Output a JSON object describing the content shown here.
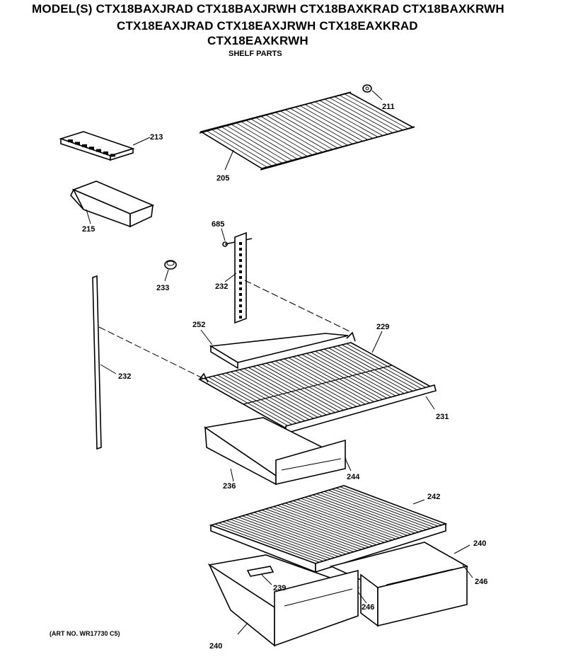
{
  "header": {
    "models_line1": "MODEL(S) CTX18BAXJRAD  CTX18BAXJRWH  CTX18BAXKRAD  CTX18BAXKRWH",
    "models_line2": "CTX18EAXJRAD  CTX18EAXJRWH  CTX18EAXKRAD",
    "models_line3": "CTX18EAXKRWH",
    "subtitle": "SHELF PARTS"
  },
  "footer": {
    "art_number": "(ART NO. WR17730 C5)"
  },
  "callouts": {
    "p211": "211",
    "p213": "213",
    "p205": "205",
    "p215": "215",
    "p685": "685",
    "p233": "233",
    "p232a": "232",
    "p232b": "232",
    "p252": "252",
    "p229": "229",
    "p231": "231",
    "p236": "236",
    "p244": "244",
    "p242": "242",
    "p240a": "240",
    "p246a": "246",
    "p239": "239",
    "p246b": "246",
    "p240b": "240"
  }
}
